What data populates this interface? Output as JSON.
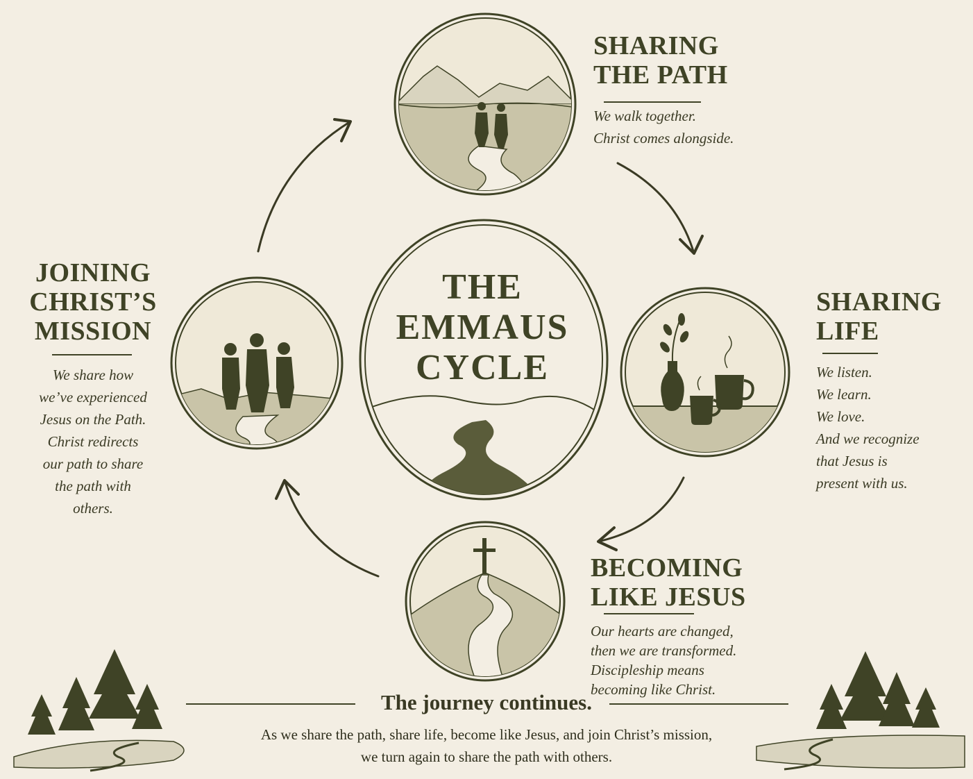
{
  "center": {
    "title_lines": [
      "THE",
      "EMMAUS",
      "CYCLE"
    ]
  },
  "stages": {
    "sharing_path": {
      "heading_lines": [
        "SHARING",
        "THE PATH"
      ],
      "desc_lines": [
        "We walk together.",
        "Christ comes alongside."
      ]
    },
    "sharing_life": {
      "heading_lines": [
        "SHARING",
        "LIFE"
      ],
      "desc_lines": [
        "We listen.",
        "We learn.",
        "We love.",
        "And we recognize",
        "that Jesus is",
        "present with us."
      ]
    },
    "becoming_like_jesus": {
      "heading_lines": [
        "BECOMING",
        "LIKE JESUS"
      ],
      "desc_lines": [
        "Our hearts are changed,",
        "then we are transformed.",
        "Discipleship means",
        "becoming like Christ."
      ]
    },
    "joining_mission": {
      "heading_lines": [
        "JOINING",
        "CHRIST’S",
        "MISSION"
      ],
      "desc_lines": [
        "We share how",
        "we’ve experienced",
        "Jesus on the Path.",
        "Christ redirects",
        "our path to share",
        "the path with",
        "others."
      ]
    }
  },
  "footer": {
    "title": "The journey continues.",
    "lines": [
      "As we share the path, share life, become like Jesus, and join Christ’s mission,",
      "we turn again to share the path with others."
    ]
  },
  "colors": {
    "background": "#f3eee3",
    "ink": "#3f4326",
    "fill": "#d9d4bf"
  }
}
